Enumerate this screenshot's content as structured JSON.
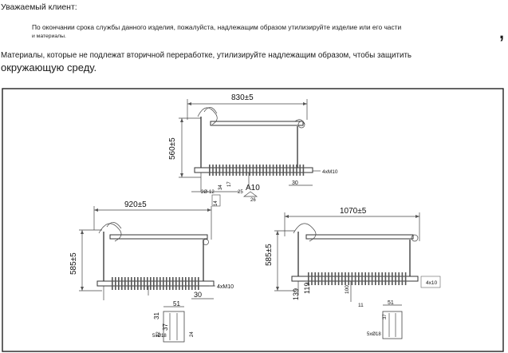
{
  "text": {
    "greeting": "Уважаемый клиент:",
    "paragraph1_line1": "По окончании срока службы данного изделия, пожалуйста, надлежащим образом утилизируйте изделие или его части",
    "paragraph1_line2": "и материалы.",
    "stray_comma": ",",
    "paragraph2_line1": "Материалы, которые не подлежат вторичной переработке, утилизируйте надлежащим образом, чтобы защитить",
    "paragraph2_line2": "окружающую среду."
  },
  "drawing": {
    "top": {
      "width": "830±5",
      "height": "560±5",
      "thread": "4xM10",
      "end": "30",
      "label": "A10",
      "hole": "2Ø-12",
      "small1": "34",
      "small2": "17",
      "small3": "14",
      "small4": "25",
      "small5": "26"
    },
    "left": {
      "width": "920±5",
      "height": "585±5",
      "thread": "4xM10",
      "end": "30",
      "base1": "31",
      "base2": "51",
      "base3": "37",
      "base4": "12",
      "base5": "24",
      "hole": "5xØ18"
    },
    "right": {
      "width": "1070±5",
      "height": "585±5",
      "thread": "4x10",
      "v1": "139",
      "v2": "119",
      "v3": "100",
      "v4": "11",
      "base1": "51",
      "base2": "37",
      "hole": "5xØ18"
    }
  }
}
